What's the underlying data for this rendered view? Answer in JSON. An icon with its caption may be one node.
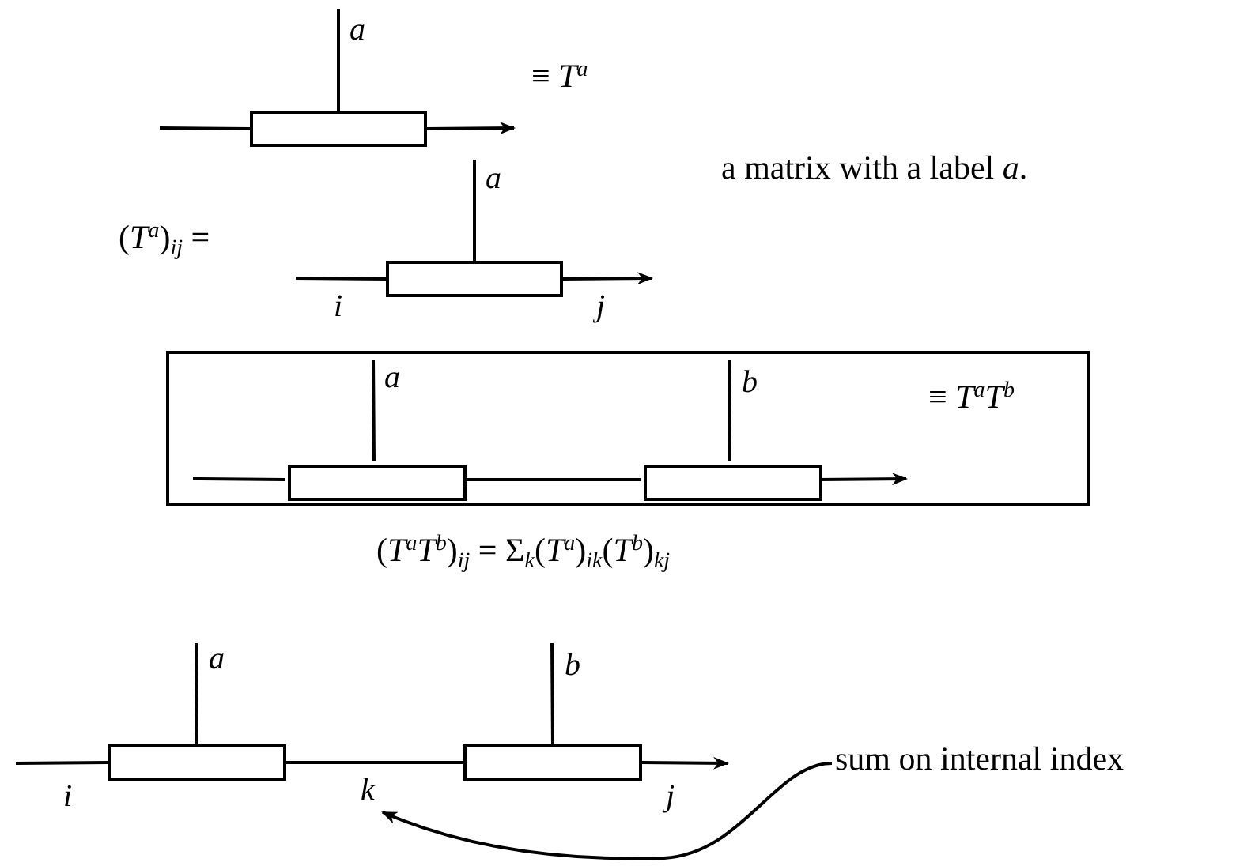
{
  "diagram": {
    "nodes": [
      {
        "text": [],
        "shape": "box"
      },
      {
        "text": [],
        "shape": "box"
      },
      {
        "text": [
          "≡ *T*$^{a}$*T*$^{b}$"
        ]
      },
      {
        "text": [],
        "shape": "box",
        "in": 2
      },
      {
        "text": [],
        "shape": "box",
        "in": 2
      },
      {
        "text": [],
        "shape": "box"
      },
      {
        "text": [],
        "shape": "box"
      },
      {
        "text": [
          "k"
        ]
      },
      {
        "text": [
          "sum on internal index"
        ]
      }
    ],
    "edges": [
      {
        "from": null,
        "to": 0,
        "arrow": "none"
      },
      {
        "from": 0,
        "to": null,
        "arrow": "to"
      },
      {
        "from": 0,
        "to": null,
        "arrow": "none"
      },
      {
        "from": null,
        "to": 1,
        "arrow": "none"
      },
      {
        "from": 1,
        "to": null,
        "arrow": "to"
      },
      {
        "from": 1,
        "to": null,
        "arrow": "none"
      },
      {
        "from": null,
        "to": 3,
        "arrow": "none"
      },
      {
        "from": 3,
        "to": 4,
        "arrow": "none"
      },
      {
        "from": 4,
        "to": null,
        "arrow": "to"
      },
      {
        "from": 3,
        "to": null,
        "arrow": "none"
      },
      {
        "from": 4,
        "to": null,
        "arrow": "none"
      },
      {
        "from": null,
        "to": 5,
        "arrow": "none"
      },
      {
        "from": 5,
        "to": 6,
        "arrow": "none"
      },
      {
        "from": 6,
        "to": null,
        "arrow": "to"
      },
      {
        "from": 5,
        "to": null,
        "arrow": "none"
      },
      {
        "from": 6,
        "to": null,
        "arrow": "none"
      },
      {
        "from": 8,
        "to": 7,
        "arrow": "to"
      }
    ],
    "labels": [
      "a",
      "≡ *T*$^{a}$",
      "a",
      "a matrix with a label *a*.",
      "(*T*$^{a}$)$_{ij}$ =",
      "i",
      "j",
      "a",
      "b",
      "(*T*$^{a}$*T*$^{b}$)$_{ij}$ = Σ$_{k}$(*T*$^{a}$)$_{ik}$(*T*$^{b}$)$_{kj}$",
      "a",
      "b",
      "i",
      "j"
    ]
  }
}
